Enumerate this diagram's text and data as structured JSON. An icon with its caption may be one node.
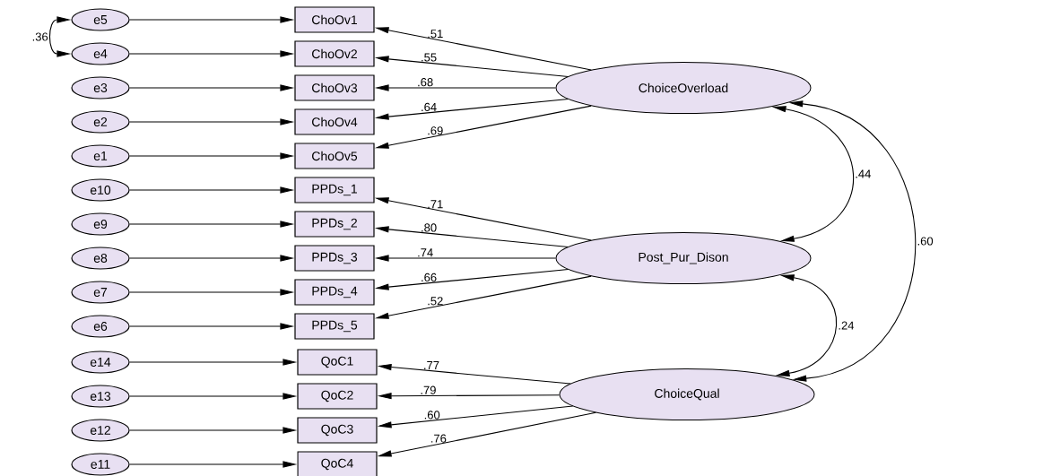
{
  "diagram": {
    "nodes": [
      {
        "text": [
          "e5"
        ]
      },
      {
        "text": [
          "e4"
        ]
      },
      {
        "text": [
          "e3"
        ]
      },
      {
        "text": [
          "e2"
        ]
      },
      {
        "text": [
          "e1"
        ]
      },
      {
        "text": [
          "e10"
        ]
      },
      {
        "text": [
          "e9"
        ]
      },
      {
        "text": [
          "e8"
        ]
      },
      {
        "text": [
          "e7"
        ]
      },
      {
        "text": [
          "e6"
        ]
      },
      {
        "text": [
          "e14"
        ]
      },
      {
        "text": [
          "e13"
        ]
      },
      {
        "text": [
          "e12"
        ]
      },
      {
        "text": [
          "e11"
        ]
      },
      {
        "text": [
          "ChoOv1"
        ]
      },
      {
        "text": [
          "ChoOv2"
        ]
      },
      {
        "text": [
          "ChoOv3"
        ]
      },
      {
        "text": [
          "ChoOv4"
        ]
      },
      {
        "text": [
          "ChoOv5"
        ]
      },
      {
        "text": [
          "PPDs_1"
        ]
      },
      {
        "text": [
          "PPDs_2"
        ]
      },
      {
        "text": [
          "PPDs_3"
        ]
      },
      {
        "text": [
          "PPDs_4"
        ]
      },
      {
        "text": [
          "PPDs_5"
        ]
      },
      {
        "text": [
          "QoC1"
        ]
      },
      {
        "text": [
          "QoC2"
        ]
      },
      {
        "text": [
          "QoC3"
        ]
      },
      {
        "text": [
          "QoC4"
        ]
      },
      {
        "text": [
          "ChoiceOverload"
        ]
      },
      {
        "text": [
          "Post_Pur_Dison"
        ]
      },
      {
        "text": [
          "ChoiceQual"
        ]
      }
    ],
    "edges": [
      {
        "from": 0,
        "to": 14,
        "arrow": "to"
      },
      {
        "from": 1,
        "to": 15,
        "arrow": "to"
      },
      {
        "from": 2,
        "to": 16,
        "arrow": "to"
      },
      {
        "from": 3,
        "to": 17,
        "arrow": "to"
      },
      {
        "from": 4,
        "to": 18,
        "arrow": "to"
      },
      {
        "from": 5,
        "to": 19,
        "arrow": "to"
      },
      {
        "from": 6,
        "to": 20,
        "arrow": "to"
      },
      {
        "from": 7,
        "to": 21,
        "arrow": "to"
      },
      {
        "from": 8,
        "to": 22,
        "arrow": "to"
      },
      {
        "from": 9,
        "to": 23,
        "arrow": "to"
      },
      {
        "from": 10,
        "to": 24,
        "arrow": "to"
      },
      {
        "from": 11,
        "to": 25,
        "arrow": "to"
      },
      {
        "from": 12,
        "to": 26,
        "arrow": "to"
      },
      {
        "from": 13,
        "to": 27,
        "arrow": "to"
      },
      {
        "from": 28,
        "to": 14,
        "arrow": "to",
        "label": ".51"
      },
      {
        "from": 28,
        "to": 15,
        "arrow": "to",
        "label": ".55"
      },
      {
        "from": 28,
        "to": 16,
        "arrow": "to",
        "label": ".68"
      },
      {
        "from": 28,
        "to": 17,
        "arrow": "to",
        "label": ".64"
      },
      {
        "from": 28,
        "to": 18,
        "arrow": "to",
        "label": ".69"
      },
      {
        "from": 29,
        "to": 19,
        "arrow": "to",
        "label": ".71"
      },
      {
        "from": 29,
        "to": 20,
        "arrow": "to",
        "label": ".80"
      },
      {
        "from": 29,
        "to": 21,
        "arrow": "to",
        "label": ".74"
      },
      {
        "from": 29,
        "to": 22,
        "arrow": "to",
        "label": ".66"
      },
      {
        "from": 29,
        "to": 23,
        "arrow": "to",
        "label": ".52"
      },
      {
        "from": 30,
        "to": 24,
        "arrow": "to",
        "label": ".77"
      },
      {
        "from": 30,
        "to": 25,
        "arrow": "to",
        "label": ".79"
      },
      {
        "from": 30,
        "to": 26,
        "arrow": "to",
        "label": ".60"
      },
      {
        "from": 30,
        "to": 27,
        "arrow": "to",
        "label": ".76"
      },
      {
        "from": 0,
        "to": 1,
        "arrow": "both",
        "label": ".36"
      },
      {
        "from": 28,
        "to": 29,
        "arrow": "both",
        "label": ".44"
      },
      {
        "from": 29,
        "to": 30,
        "arrow": "both",
        "label": ".24"
      },
      {
        "from": 28,
        "to": 30,
        "arrow": "both",
        "label": ".60"
      }
    ]
  }
}
